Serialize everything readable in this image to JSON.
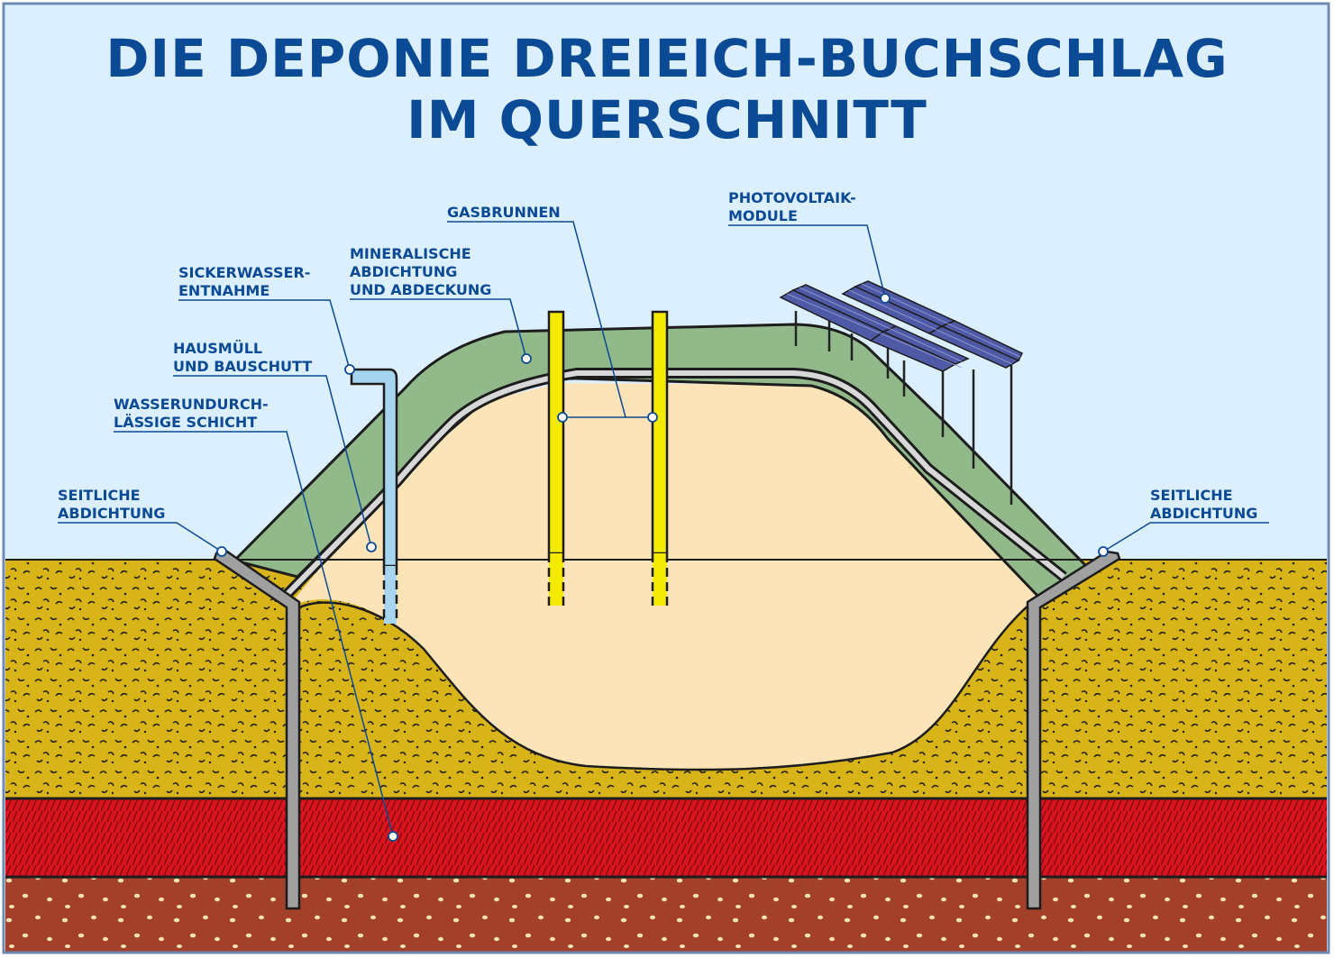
{
  "title": {
    "line1": "DIE DEPONIE DREIEICH-BUCHSCHLAG",
    "line2": "IM QUERSCHNITT"
  },
  "labels": {
    "gasbrunnen": [
      "GASBRUNNEN"
    ],
    "photovoltaik": [
      "PHOTOVOLTAIK-",
      "MODULE"
    ],
    "mineralische": [
      "MINERALISCHE",
      "ABDICHTUNG",
      "UND ABDECKUNG"
    ],
    "sickerwasser": [
      "SICKERWASSER-",
      "ENTNAHME"
    ],
    "hausmuell": [
      "HAUSMÜLL",
      "UND BAUSCHUTT"
    ],
    "wasserundurch": [
      "WASSERUNDURCH-",
      "LÄSSIGE SCHICHT"
    ],
    "seitliche_left": [
      "SEITLICHE",
      "ABDICHTUNG"
    ],
    "seitliche_right": [
      "SEITLICHE",
      "ABDICHTUNG"
    ]
  },
  "colors": {
    "sky": "#dcefff",
    "title": "#0b4a94",
    "soil": "#d8b418",
    "waste": "#fde4b8",
    "cover": "#91b98a",
    "liner": "#d8d8d8",
    "clay_layer": "#d9141f",
    "bottom_layer": "#a2402a",
    "gas_well": "#f4ea00",
    "seepage_pipe": "#a6d5ef",
    "side_seal": "#a0a0a0",
    "pv_module": "#4f5aa6"
  }
}
